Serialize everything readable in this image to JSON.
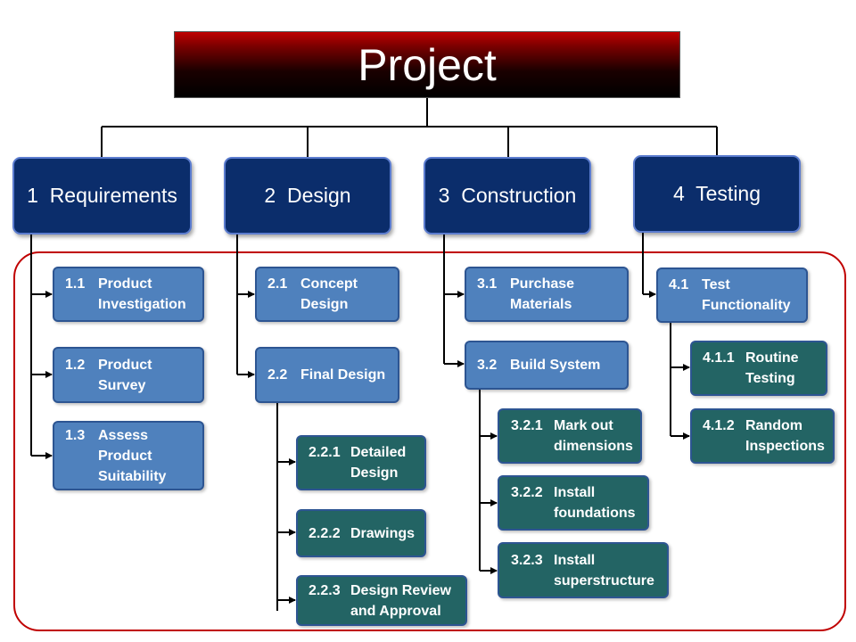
{
  "root": {
    "label": "Project"
  },
  "phases": [
    {
      "label": "1  Requirements"
    },
    {
      "label": "2  Design"
    },
    {
      "label": "3  Construction"
    },
    {
      "label": "4  Testing"
    }
  ],
  "tasks": {
    "t1_1": {
      "num": "1.1",
      "text": "Product\nInvestigation"
    },
    "t1_2": {
      "num": "1.2",
      "text": "Product\nSurvey"
    },
    "t1_3": {
      "num": "1.3",
      "text": "Assess\nProduct\nSuitability"
    },
    "t2_1": {
      "num": "2.1",
      "text": "Concept\nDesign"
    },
    "t2_2": {
      "num": "2.2",
      "text": "Final Design"
    },
    "t2_2_1": {
      "num": "2.2.1",
      "text": "Detailed\nDesign"
    },
    "t2_2_2": {
      "num": "2.2.2",
      "text": "Drawings"
    },
    "t2_2_3": {
      "num": "2.2.3",
      "text": "Design Review\nand Approval"
    },
    "t3_1": {
      "num": "3.1",
      "text": "Purchase\nMaterials"
    },
    "t3_2": {
      "num": "3.2",
      "text": "Build System"
    },
    "t3_2_1": {
      "num": "3.2.1",
      "text": "Mark out\ndimensions"
    },
    "t3_2_2": {
      "num": "3.2.2",
      "text": "Install\nfoundations"
    },
    "t3_2_3": {
      "num": "3.2.3",
      "text": "Install\nsuperstructure"
    },
    "t4_1": {
      "num": "4.1",
      "text": "Test\nFunctionality"
    },
    "t4_1_1": {
      "num": "4.1.1",
      "text": "Routine\nTesting"
    },
    "t4_1_2": {
      "num": "4.1.2",
      "text": "Random\nInspections"
    }
  },
  "colors": {
    "title_gradient_top": "#c00000",
    "title_bg": "#000000",
    "phase_bg": "#0b2d6b",
    "task_bg": "#4f81bd",
    "subtask_bg": "#236464",
    "frame_border": "#c00000"
  }
}
